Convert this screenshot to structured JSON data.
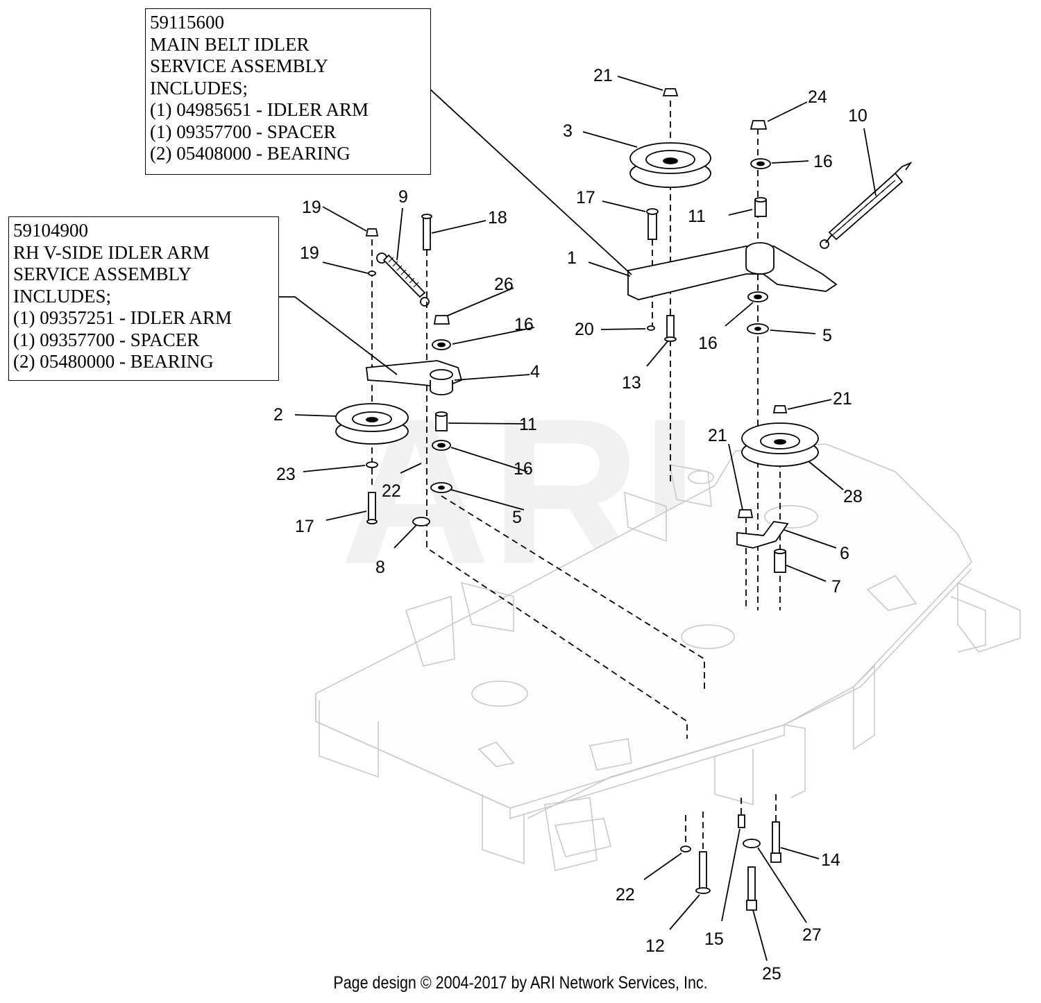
{
  "main_belt_box": {
    "lines": [
      "59115600",
      "MAIN BELT IDLER",
      "SERVICE ASSEMBLY",
      "INCLUDES;",
      "(1) 04985651 - IDLER ARM",
      "(1) 09357700 - SPACER",
      "(2) 05408000 - BEARING"
    ]
  },
  "rh_vside_box": {
    "lines": [
      "59104900",
      "RH V-SIDE IDLER ARM",
      "SERVICE ASSEMBLY",
      "INCLUDES;",
      "(1) 09357251 - IDLER ARM",
      "(1) 09357700 - SPACER",
      "(2) 05480000 - BEARING"
    ]
  },
  "watermark": "ARI",
  "callouts": [
    "1",
    "2",
    "3",
    "4",
    "5",
    "5",
    "6",
    "7",
    "8",
    "9",
    "10",
    "11",
    "11",
    "12",
    "13",
    "14",
    "15",
    "16",
    "16",
    "16",
    "16",
    "17",
    "17",
    "18",
    "19",
    "19",
    "20",
    "21",
    "21",
    "21",
    "22",
    "22",
    "23",
    "24",
    "25",
    "26",
    "27",
    "28"
  ],
  "footer": "Page design © 2004-2017 by ARI Network Services, Inc."
}
